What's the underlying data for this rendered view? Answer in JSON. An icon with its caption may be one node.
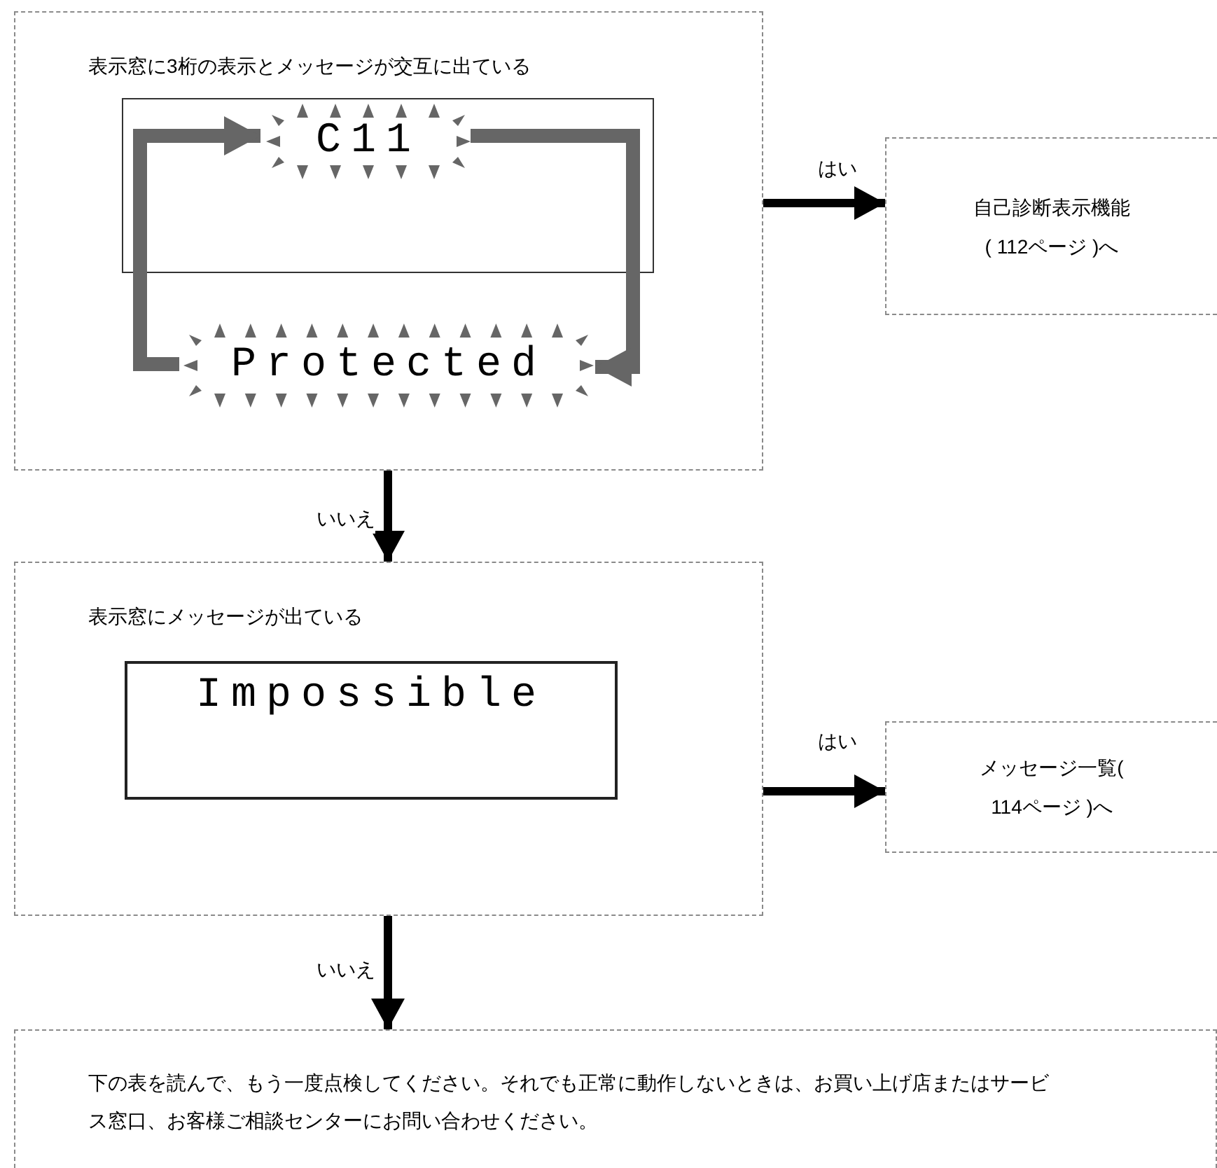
{
  "diagram": {
    "nodes": [
      {
        "text": [
          "表示窓に3桁の表示とメッセージが交互に出ている"
        ]
      },
      {
        "text": [],
        "shape": "box",
        "in": 0
      },
      {
        "text": [
          "C11"
        ],
        "in": 1
      },
      {
        "text": [
          "Protected"
        ],
        "in": 0
      },
      {
        "text": [
          "自己診断表示機能( 112ページ )へ"
        ]
      },
      {
        "text": [
          "表示窓にメッセージが出ている"
        ]
      },
      {
        "text": [
          "Impossible"
        ],
        "in": 5
      },
      {
        "text": [
          "メッセージ一覧( 114ページ )へ"
        ]
      },
      {
        "text": [
          "下の表を読んで、もう一度点検してください。それでも正常に動作しないときは、お買い上げ店またはサービス窓口、お客様ご相談センターにお問い合わせください。"
        ]
      }
    ],
    "edges": [
      {
        "from": 3,
        "to": 2,
        "arrow": "to",
        "color": "#666666"
      },
      {
        "from": 2,
        "to": 3,
        "arrow": "to",
        "color": "#666666"
      },
      {
        "from": 0,
        "to": 4,
        "arrow": "to",
        "label": "はい"
      },
      {
        "from": 0,
        "to": 5,
        "arrow": "to",
        "label": "いいえ"
      },
      {
        "from": 5,
        "to": 7,
        "arrow": "to",
        "label": "はい"
      },
      {
        "from": 5,
        "to": 8,
        "arrow": "to",
        "label": "いいえ"
      }
    ]
  }
}
